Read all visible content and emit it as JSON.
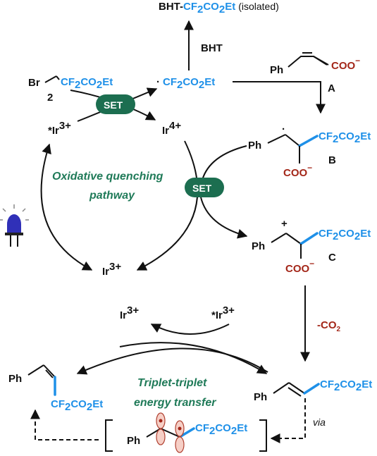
{
  "top": {
    "bht": "BHT-",
    "cf2": "CF",
    "sub2": "2",
    "co2": "CO",
    "sub2b": "2",
    "et": "Et",
    "isolated": "(isolated)"
  },
  "bht_label": "BHT",
  "reagent": {
    "br": "Br",
    "cf": "CF",
    "s1": "2",
    "co": "CO",
    "s2": "2",
    "et": "Et",
    "number": "2"
  },
  "radical": {
    "dot": "·",
    "cf": "CF",
    "s1": "2",
    "co": "CO",
    "s2": "2",
    "et": "Et"
  },
  "compound_a": {
    "ph": "Ph",
    "coo": "COO",
    "minus": "−",
    "label": "A"
  },
  "compound_b": {
    "ph": "Ph",
    "cf": "CF",
    "s1": "2",
    "co": "CO",
    "s2": "2",
    "et": "Et",
    "coo": "COO",
    "minus": "−",
    "label": "B"
  },
  "compound_c": {
    "ph": "Ph",
    "plus": "+",
    "cf": "CF",
    "s1": "2",
    "co": "CO",
    "s2": "2",
    "et": "Et",
    "coo": "COO",
    "minus": "−",
    "label": "C"
  },
  "set_label": "SET",
  "ir": {
    "star_ir": "*Ir",
    "ir": "Ir",
    "three": "3+",
    "four": "4+"
  },
  "pathway": {
    "line1": "Oxidative quenching",
    "line2": "pathway"
  },
  "co2_loss": {
    "text": "-CO",
    "sub": "2"
  },
  "energy": {
    "line1": "Triplet-triplet",
    "line2": "energy transfer"
  },
  "e_product": {
    "ph": "Ph",
    "cf": "CF",
    "s1": "2",
    "co": "CO",
    "s2": "2",
    "et": "Et"
  },
  "z_product": {
    "ph": "Ph",
    "cf": "CF",
    "s1": "2",
    "co": "CO",
    "s2": "2",
    "et": "Et"
  },
  "biradical": {
    "ph": "Ph",
    "cf": "CF",
    "s1": "2",
    "co": "CO",
    "s2": "2",
    "et": "Et"
  },
  "via": "via",
  "colors": {
    "blue": "#1e90e8",
    "red": "#a32618",
    "green": "#1f7a58",
    "set": "#1c6e50"
  }
}
